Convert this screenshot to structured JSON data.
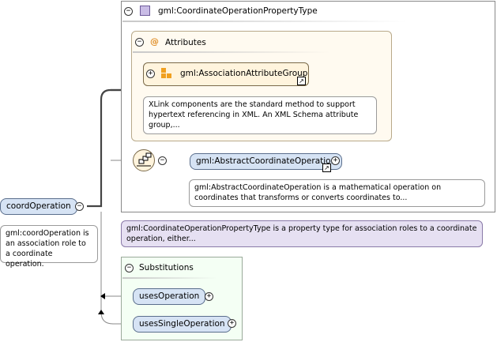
{
  "root": {
    "label": "coordOperation",
    "doc": "gml:coordOperation is an association role to a coordinate operation."
  },
  "complex_type": {
    "label": "gml:CoordinateOperationPropertyType",
    "doc": "gml:CoordinateOperationPropertyType is a property type for association roles to a coordinate operation, either..."
  },
  "attributes": {
    "title": "Attributes",
    "icon_glyph": "@",
    "group_label": "gml:AssociationAttributeGroup",
    "group_doc": "XLink components are the standard method to support hypertext referencing in XML. An XML Schema attribute group,..."
  },
  "child": {
    "label": "gml:AbstractCoordinateOperation",
    "doc": "gml:AbstractCoordinateOperation is a mathematical operation on coordinates that transforms or converts coordinates to..."
  },
  "substitutions": {
    "title": "Substitutions",
    "items": [
      {
        "label": "usesOperation"
      },
      {
        "label": "usesSingleOperation"
      }
    ]
  },
  "toggles": {
    "collapse": "−",
    "expand": "+"
  },
  "colors": {
    "element_fill": "#d6e3f4",
    "attributes_fill": "#fffaf0",
    "substitutions_fill": "#f4fff4",
    "type_doc_fill": "#e6e0f2",
    "group_icon": "#f0a020"
  }
}
